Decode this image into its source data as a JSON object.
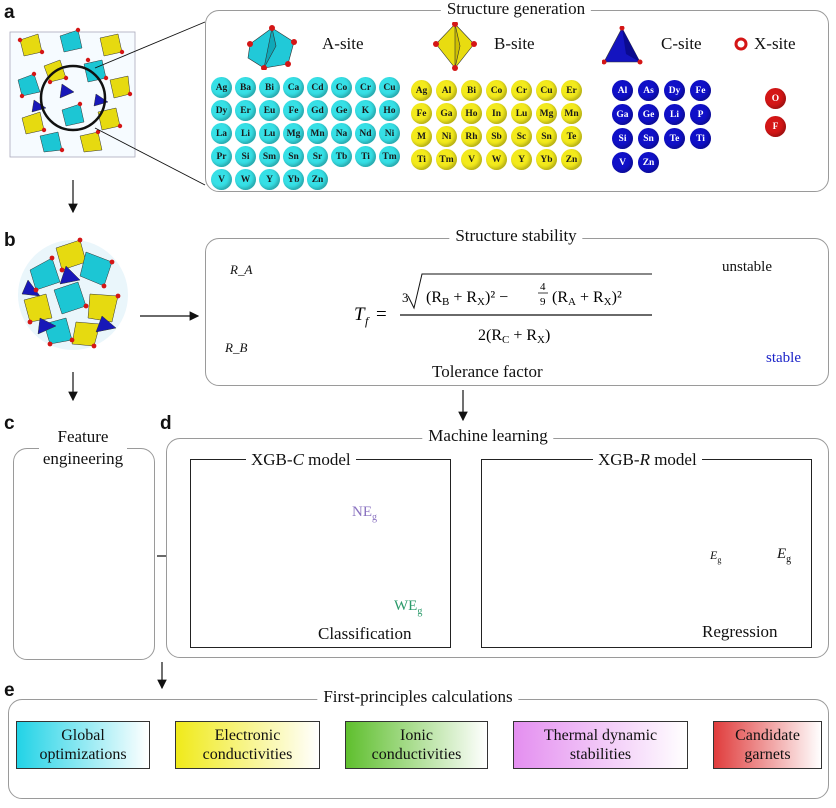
{
  "panels": {
    "a": "a",
    "b": "b",
    "c": "c",
    "d": "d",
    "e": "e"
  },
  "structure_generation": {
    "title": "Structure generation",
    "sites": {
      "a": "A-site",
      "b": "B-site",
      "c": "C-site",
      "x": "X-site"
    },
    "a_elements": [
      "Ag",
      "Ba",
      "Bi",
      "Ca",
      "Cd",
      "Co",
      "Cr",
      "Cu",
      "Dy",
      "Er",
      "Eu",
      "Fe",
      "Gd",
      "Ge",
      "K",
      "Ho",
      "La",
      "Li",
      "Lu",
      "Mg",
      "Mn",
      "Na",
      "Nd",
      "Ni",
      "Pr",
      "Si",
      "Sm",
      "Sn",
      "Sr",
      "Tb",
      "Ti",
      "Tm",
      "V",
      "W",
      "Y",
      "Yb",
      "Zn"
    ],
    "b_elements": [
      "Ag",
      "Al",
      "Bi",
      "Co",
      "Cr",
      "Cu",
      "Er",
      "Fe",
      "Ga",
      "Ho",
      "In",
      "Lu",
      "Mg",
      "Mn",
      "M",
      "Ni",
      "Rh",
      "Sb",
      "Sc",
      "Sn",
      "Te",
      "Ti",
      "Tm",
      "V",
      "W",
      "Y",
      "Yb",
      "Zn"
    ],
    "c_elements": [
      "Al",
      "As",
      "Dy",
      "Fe",
      "Ga",
      "Ge",
      "Li",
      "P",
      "Si",
      "Sn",
      "Te",
      "Ti",
      "V",
      "Zn"
    ],
    "x_elements": [
      "O",
      "F"
    ]
  },
  "structure_stability": {
    "title": "Structure stability",
    "radius_labels": {
      "ra": "R_A",
      "rb": "R_B",
      "rc": "R_C",
      "rx": "R_X"
    },
    "tolerance_factor_label": "Tolerance factor",
    "unstable": "unstable",
    "stable": "stable"
  },
  "feature_engineering": {
    "line1": "Feature",
    "line2": "engineering"
  },
  "machine_learning": {
    "title": "Machine learning",
    "xgb_c_prefix": "XGB-",
    "xgb_c_italic": "C",
    "xgb_c_suffix": " model",
    "xgb_r_prefix": "XGB-",
    "xgb_r_italic": "R",
    "xgb_r_suffix": " model",
    "ne_label": "NE",
    "we_label": "WE",
    "subscript_g": "g",
    "classification": "Classification",
    "regression": "Regression",
    "eg_label": "E"
  },
  "first_principles": {
    "title": "First-principles calculations",
    "steps": [
      {
        "line1": "Global",
        "line2": "optimizations",
        "color": "#22d3e6"
      },
      {
        "line1": "Electronic",
        "line2": "conductivities",
        "color": "#f0ea1a"
      },
      {
        "line1": "Ionic",
        "line2": "conductivities",
        "color": "#5fbf2e"
      },
      {
        "line1": "Thermal dynamic",
        "line2": "stabilities",
        "color": "#e48ff0"
      },
      {
        "line1": "Candidate",
        "line2": "garnets",
        "color": "#e03c3c"
      }
    ]
  }
}
